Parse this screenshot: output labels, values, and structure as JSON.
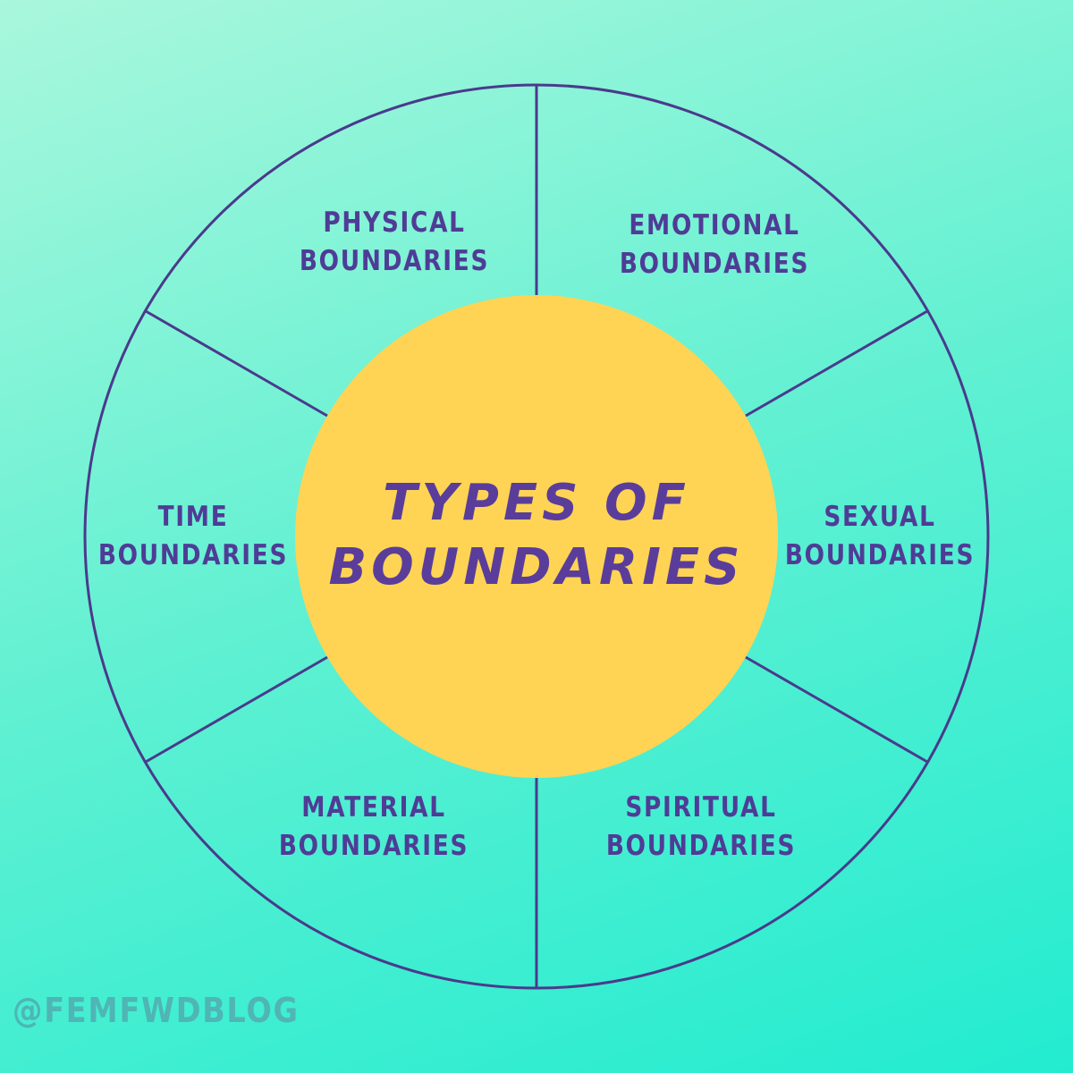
{
  "colors": {
    "background_top": "#a9f7dc",
    "background_bottom": "#22ecd0",
    "outline": "#4a3a8c",
    "center_fill": "#ffd454",
    "label_text": "#4f3c96",
    "handle_text": "#4fb5b5"
  },
  "center": {
    "line1": "TYPES OF",
    "line2": "BOUNDARIES"
  },
  "segments": [
    {
      "line1": "PHYSICAL",
      "line2": "BOUNDARIES"
    },
    {
      "line1": "EMOTIONAL",
      "line2": "BOUNDARIES"
    },
    {
      "line1": "SEXUAL",
      "line2": "BOUNDARIES"
    },
    {
      "line1": "SPIRITUAL",
      "line2": "BOUNDARIES"
    },
    {
      "line1": "MATERIAL",
      "line2": "BOUNDARIES"
    },
    {
      "line1": "TIME",
      "line2": "BOUNDARIES"
    }
  ],
  "handle": "@FEMFWDBLOG"
}
